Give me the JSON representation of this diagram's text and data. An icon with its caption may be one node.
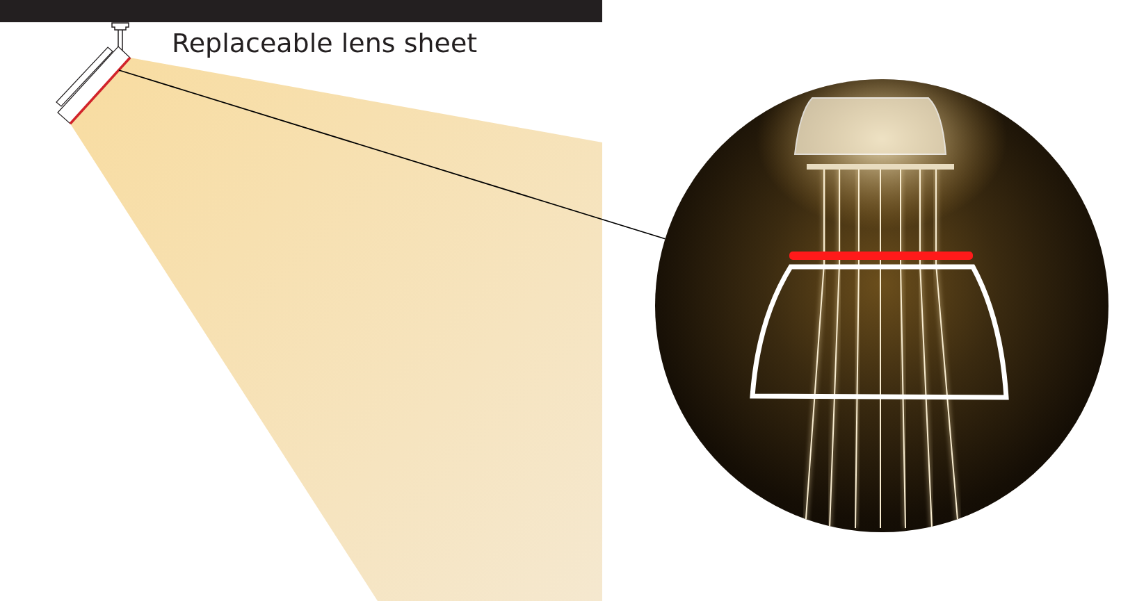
{
  "diagram": {
    "nodes": [
      {
        "text": [],
        "shape": "bar"
      },
      {
        "text": [],
        "shape": "picture"
      }
    ],
    "edges": [
      {
        "from": 0,
        "to": 1,
        "arrow": "none"
      }
    ],
    "labels": [
      "Replaceable lens sheet"
    ]
  }
}
